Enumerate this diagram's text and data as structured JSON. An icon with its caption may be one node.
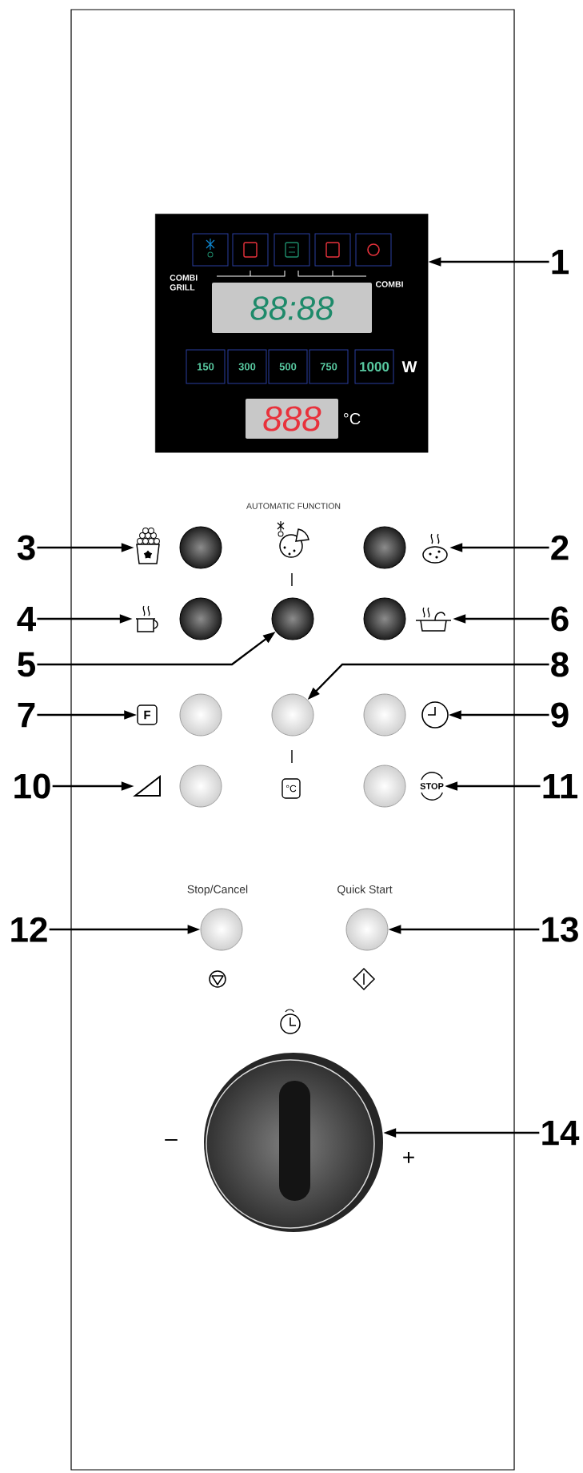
{
  "diagram": {
    "nodes": [
      {
        "text": [
          "COMBI GRILL",
          "COMBI",
          "88:88",
          "150",
          "300",
          "500",
          "750",
          "1000",
          "W",
          "888",
          "°C"
        ]
      },
      {
        "text": [
          "1"
        ]
      },
      {
        "text": [
          "3"
        ]
      },
      {
        "text": [],
        "shape": "popcorn"
      },
      {
        "text": [],
        "shape": "circle"
      },
      {
        "text": [],
        "shape": "circle"
      },
      {
        "text": [],
        "shape": "potato"
      },
      {
        "text": [
          "2"
        ]
      },
      {
        "text": [
          "4"
        ]
      },
      {
        "text": [],
        "shape": "cup"
      },
      {
        "text": [],
        "shape": "circle"
      },
      {
        "text": [],
        "shape": "circle"
      },
      {
        "text": [],
        "shape": "circle"
      },
      {
        "text": [],
        "shape": "pot"
      },
      {
        "text": [
          "6"
        ]
      },
      {
        "text": [
          "5"
        ]
      },
      {
        "text": [
          "8"
        ]
      },
      {
        "text": [
          "7"
        ]
      },
      {
        "text": [
          "F"
        ]
      },
      {
        "text": [],
        "shape": "circle"
      },
      {
        "text": [],
        "shape": "circle"
      },
      {
        "text": [],
        "shape": "circle"
      },
      {
        "text": [],
        "shape": "clock"
      },
      {
        "text": [
          "9"
        ]
      },
      {
        "text": [
          "10"
        ]
      },
      {
        "text": [],
        "shape": "triangle"
      },
      {
        "text": [],
        "shape": "circle"
      },
      {
        "text": [],
        "shape": "circle"
      },
      {
        "text": [
          "STOP"
        ]
      },
      {
        "text": [
          "11"
        ]
      },
      {
        "text": [
          "12"
        ]
      },
      {
        "text": [],
        "shape": "circle",
        "beside": [
          "Stop/Cancel"
        ]
      },
      {
        "text": [],
        "shape": "circle",
        "beside": [
          "Quick Start"
        ]
      },
      {
        "text": [
          "13"
        ]
      },
      {
        "text": [],
        "shape": "knob"
      },
      {
        "text": [
          "14"
        ]
      }
    ],
    "edges": [
      {
        "from": 1,
        "to": 0,
        "arrow": "to"
      },
      {
        "from": 2,
        "to": 3,
        "arrow": "to"
      },
      {
        "from": 7,
        "to": 6,
        "arrow": "to"
      },
      {
        "from": 8,
        "to": 9,
        "arrow": "to"
      },
      {
        "from": 14,
        "to": 13,
        "arrow": "to"
      },
      {
        "from": 15,
        "to": 11,
        "arrow": "to"
      },
      {
        "from": 16,
        "to": 20,
        "arrow": "to"
      },
      {
        "from": 17,
        "to": 18,
        "arrow": "to"
      },
      {
        "from": 23,
        "to": 22,
        "arrow": "to"
      },
      {
        "from": 24,
        "to": 25,
        "arrow": "to"
      },
      {
        "from": 29,
        "to": 28,
        "arrow": "to"
      },
      {
        "from": 30,
        "to": 31,
        "arrow": "to"
      },
      {
        "from": 33,
        "to": 32,
        "arrow": "to"
      },
      {
        "from": 35,
        "to": 34,
        "arrow": "to"
      }
    ],
    "labels": [
      "AUTOMATIC FUNCTION",
      "°C",
      "–",
      "+"
    ]
  }
}
